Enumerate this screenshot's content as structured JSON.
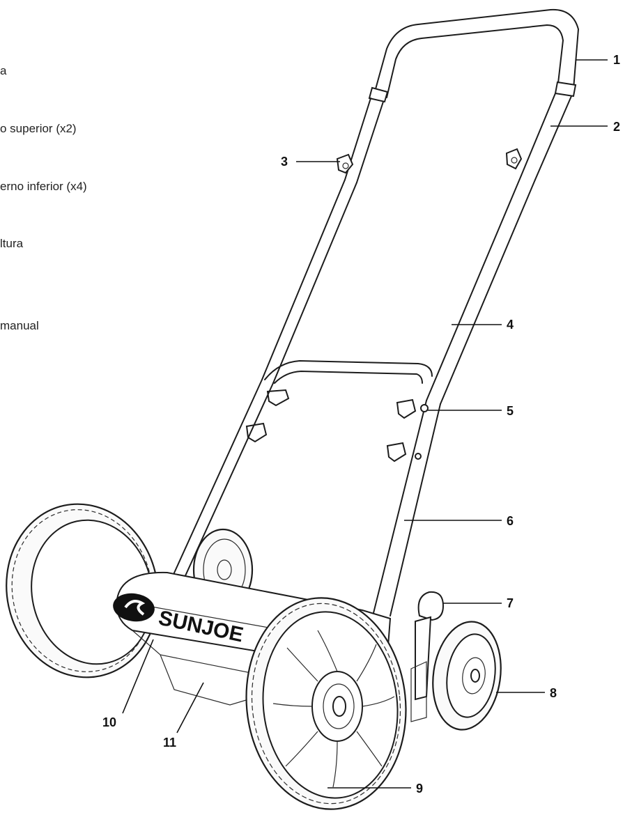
{
  "legend": [
    "a",
    "o superior (x2)",
    "erno inferior (x4)",
    "ltura",
    "manual"
  ],
  "brand": "SUNJOE",
  "callouts": [
    "1",
    "2",
    "3",
    "4",
    "5",
    "6",
    "7",
    "8",
    "9",
    "10",
    "11"
  ]
}
